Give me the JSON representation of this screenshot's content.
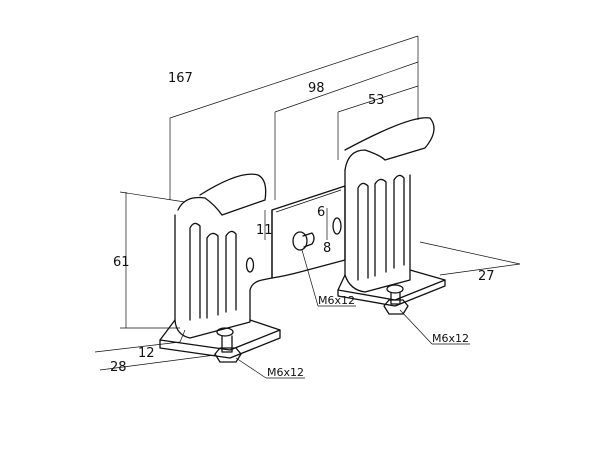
{
  "dimensions": {
    "overall_width": "167",
    "center_width": "98",
    "clip_width": "53",
    "height": "61",
    "slot_offset": "11",
    "slot_width": "6",
    "slot_height": "8",
    "foot_inner": "12",
    "foot_depth": "28",
    "foot_depth_right": "27"
  },
  "bolts": {
    "center": "M6x12",
    "right": "M6x12",
    "left": "M6x12"
  }
}
